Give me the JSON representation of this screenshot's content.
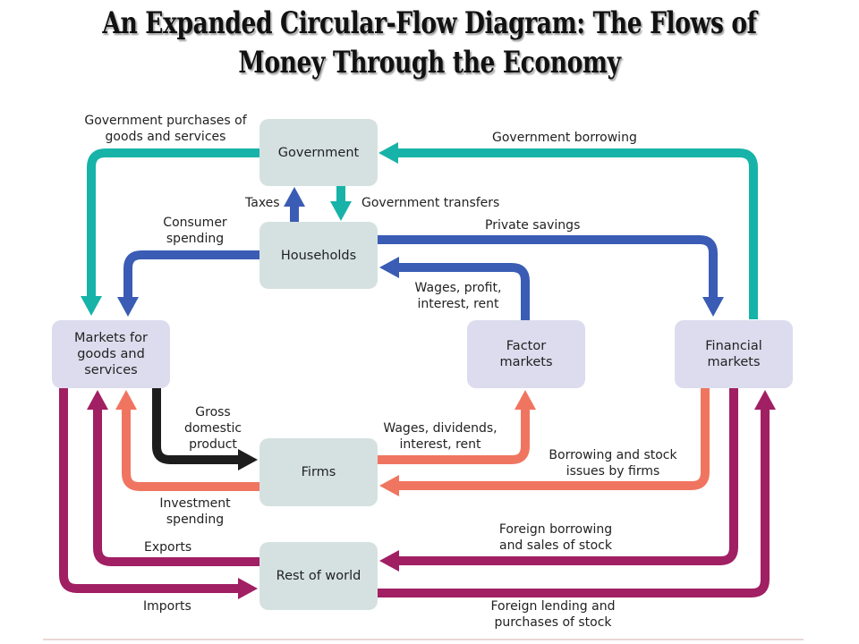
{
  "title": "An Expanded Circular-Flow Diagram: The Flows of Money Through the Economy",
  "colors": {
    "teal": "#17b3a8",
    "blue": "#3a5cb5",
    "black": "#1d1d1d",
    "salmon": "#f07560",
    "purple": "#a11f63",
    "box_grey": "#d5e1e1",
    "box_lavender": "#dcdcee"
  },
  "boxes": {
    "government": "Government",
    "households": "Households",
    "markets_goods": "Markets for\ngoods and\nservices",
    "factor_markets": "Factor\nmarkets",
    "financial_markets": "Financial\nmarkets",
    "firms": "Firms",
    "rest_of_world": "Rest of world"
  },
  "flows": {
    "gov_purchases": "Government purchases of\ngoods and services",
    "gov_borrowing": "Government borrowing",
    "taxes": "Taxes",
    "gov_transfers": "Government transfers",
    "consumer_spending": "Consumer\nspending",
    "private_savings": "Private savings",
    "wages_profit": "Wages, profit,\ninterest, rent",
    "gdp": "Gross\ndomestic\nproduct",
    "wages_dividends": "Wages, dividends,\ninterest, rent",
    "borrowing_stock": "Borrowing and stock\nissues by firms",
    "investment_spending": "Investment\nspending",
    "exports": "Exports",
    "foreign_borrowing": "Foreign borrowing\nand sales of stock",
    "imports": "Imports",
    "foreign_lending": "Foreign lending and\npurchases of stock"
  }
}
